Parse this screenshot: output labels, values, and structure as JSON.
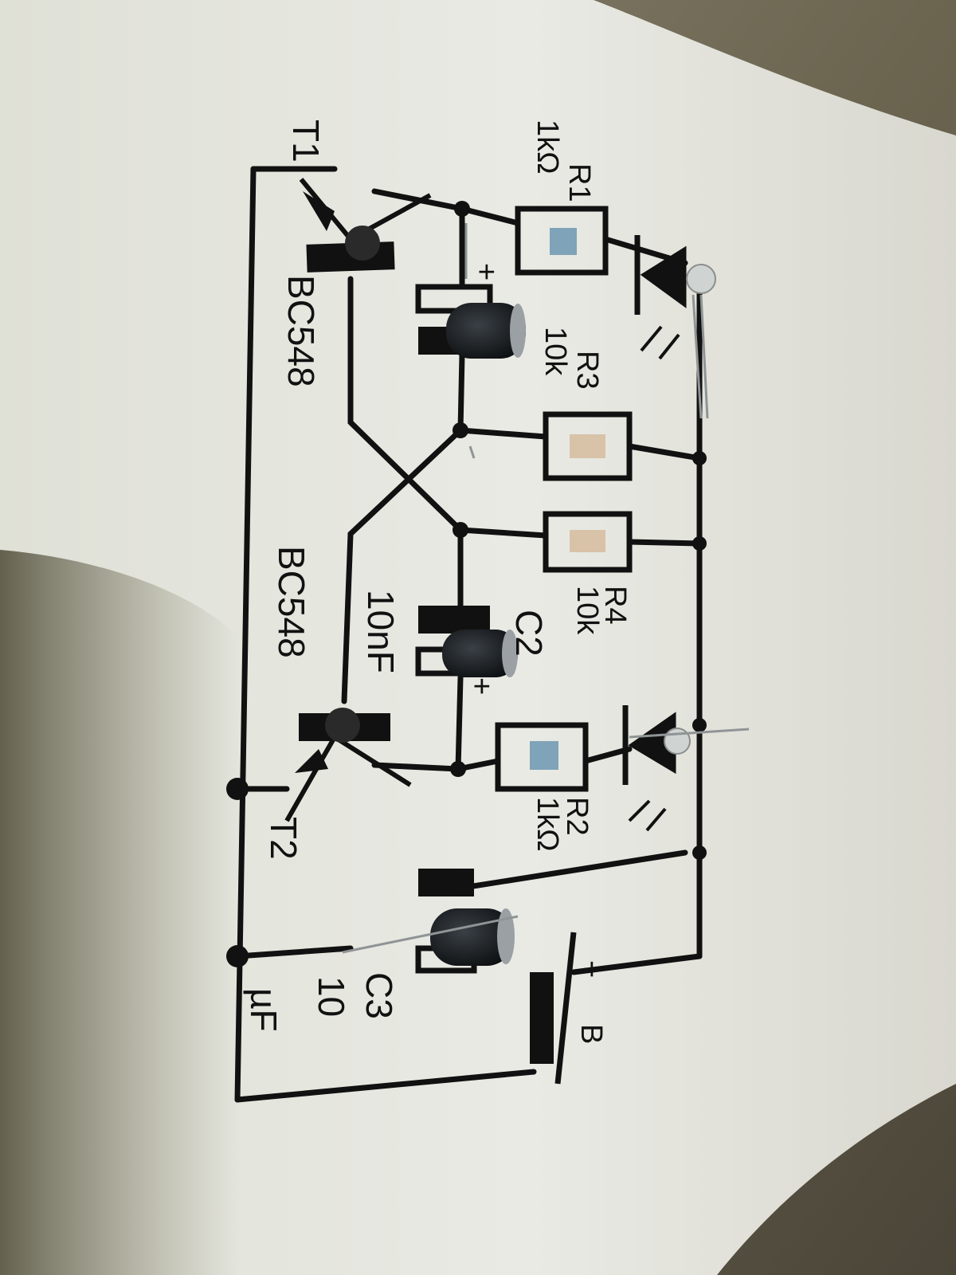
{
  "labels": {
    "t1": "T1",
    "t1_part": "BC548",
    "t2": "T2",
    "t2_part": "BC548",
    "r1_name": "R1",
    "r1_value": "1kΩ",
    "r2_name": "R2",
    "r2_value": "1kΩ",
    "r3_name": "R3",
    "r3_value": "10k",
    "r4_name": "R4",
    "r4_value": "10k",
    "c1_plus": "+",
    "c2_name": "C2",
    "c2_value": "10nF",
    "c2_plus": "+",
    "c3_name": "C3",
    "c3_value_1": "10",
    "c3_value_2": "µF",
    "battery_plus": "+",
    "battery_label": "B"
  },
  "colors": {
    "paper": "#e6e7e0",
    "ink": "#111111",
    "background_shadow": "#5a5544",
    "capacitor_body": "#1a1d20",
    "resistor_body_blue": "#7fa3b8",
    "resistor_body_beige": "#d8c2a8"
  }
}
